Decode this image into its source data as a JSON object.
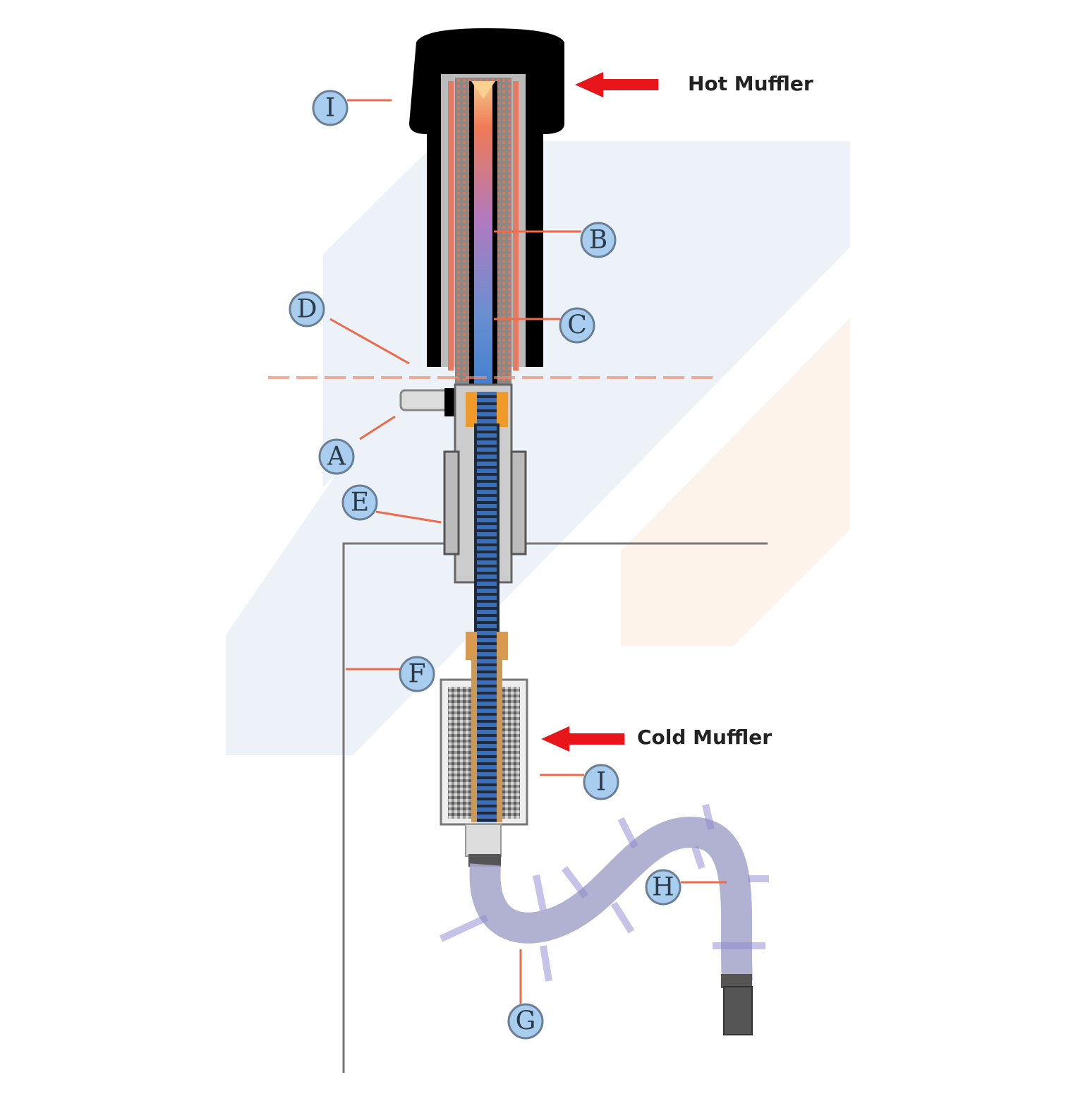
{
  "diagram": {
    "hot_muffler_label": "Hot Muffler",
    "cold_muffler_label": "Cold Muffler",
    "labels": [
      "I",
      "B",
      "C",
      "D",
      "A",
      "E",
      "F",
      "I",
      "H",
      "G"
    ],
    "colors": {
      "arrow": "#e8161a",
      "leader": "#ee6a4a",
      "label_fill": "#a9cdef",
      "bg_blue": "#edf1f8",
      "bg_orange": "#fdf3ea"
    }
  }
}
